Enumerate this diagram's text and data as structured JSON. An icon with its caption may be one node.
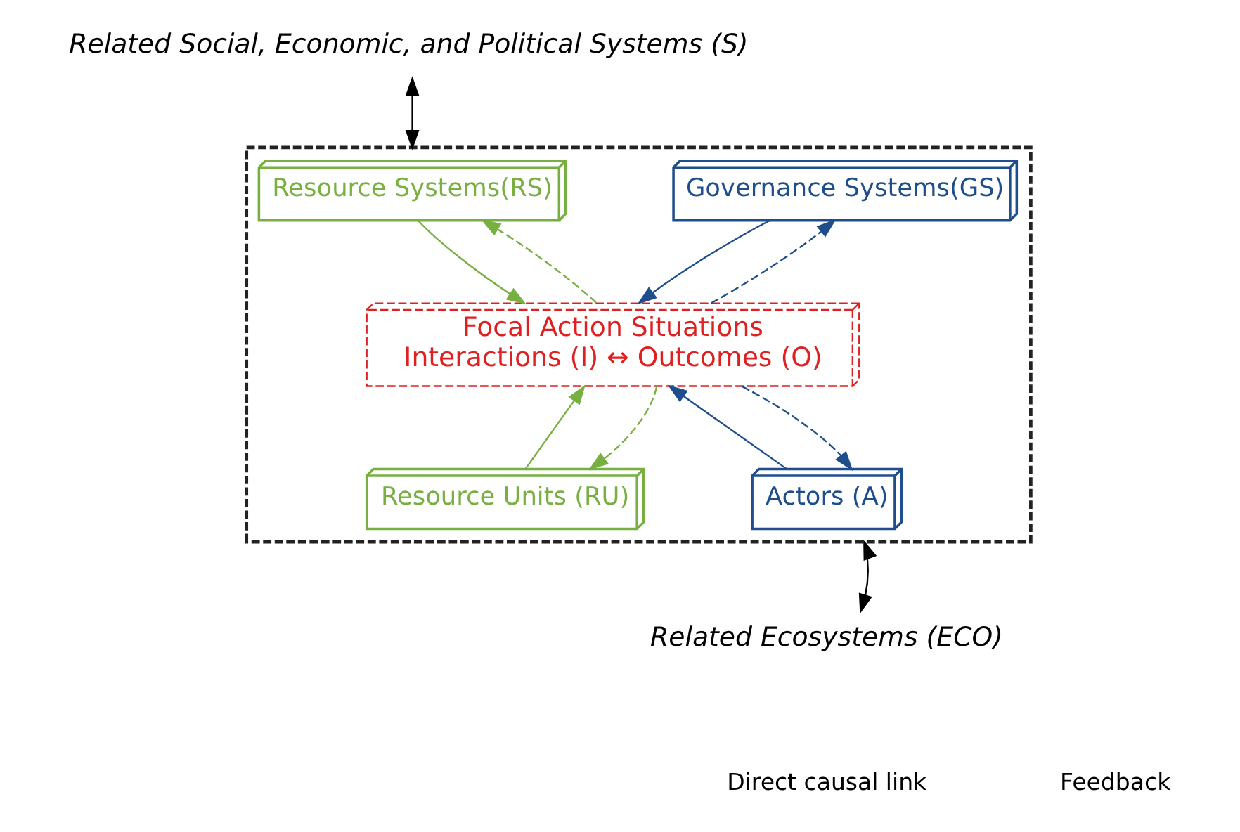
{
  "diagram": {
    "nodes": [
      {
        "text": [
          "Related Social, Economic, and Political Systems (S)"
        ]
      },
      {
        "text": [],
        "shape": "box"
      },
      {
        "text": [
          "Resource Systems(RS)"
        ],
        "in": 1
      },
      {
        "text": [
          "Governance Systems(GS)"
        ],
        "in": 1
      },
      {
        "text": [
          "Focal Action Situations",
          "Interactions (I) ↔ Outcomes (O)"
        ],
        "in": 1
      },
      {
        "text": [
          "Resource Units (RU)"
        ],
        "in": 1
      },
      {
        "text": [
          "Actors (A)"
        ],
        "in": 1
      },
      {
        "text": [
          "Related Ecosystems (ECO)"
        ]
      }
    ],
    "edges": [
      {
        "from": 0,
        "to": 1,
        "arrow": "both",
        "color": "#000000"
      },
      {
        "from": 2,
        "to": 4,
        "arrow": "to",
        "color": "#77b041"
      },
      {
        "from": 3,
        "to": 4,
        "arrow": "to",
        "color": "#1f4e8c"
      },
      {
        "from": 5,
        "to": 4,
        "arrow": "to",
        "color": "#77b041"
      },
      {
        "from": 6,
        "to": 4,
        "arrow": "to",
        "color": "#1f4e8c"
      },
      {
        "from": 4,
        "to": 2,
        "arrow": "to",
        "style": "dashed",
        "color": "#77b041"
      },
      {
        "from": 4,
        "to": 3,
        "arrow": "to",
        "style": "dashed",
        "color": "#1f4e8c"
      },
      {
        "from": 4,
        "to": 5,
        "arrow": "to",
        "style": "dashed",
        "color": "#77b041"
      },
      {
        "from": 4,
        "to": 6,
        "arrow": "to",
        "style": "dashed",
        "color": "#1f4e8c"
      },
      {
        "from": 7,
        "to": 1,
        "arrow": "both",
        "color": "#000000"
      }
    ],
    "legend": [
      {
        "text": "Direct causal link"
      },
      {
        "text": "Feedback"
      }
    ]
  }
}
